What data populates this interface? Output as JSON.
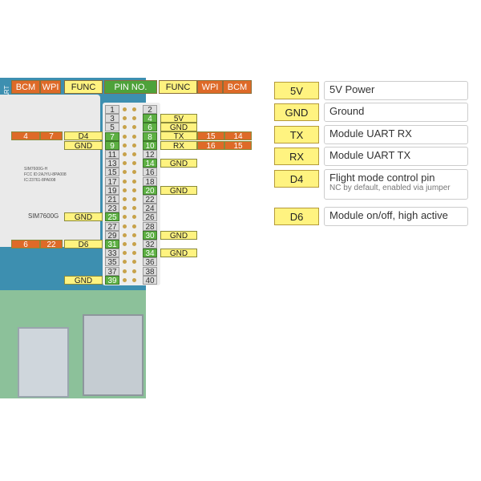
{
  "header": {
    "bcm": "BCM",
    "wpi": "WPI",
    "func_left": "FUNC",
    "pin_no": "PIN NO.",
    "func_right": "FUNC",
    "wpi_right": "WPI",
    "bcm_right": "BCM"
  },
  "board": {
    "side_text": "USB TO UART",
    "module_model": "SIM7600G",
    "module_lines": [
      "SIM7600G-H",
      "FCC ID:2AJYU-8PA008",
      "IC:23761-8PA008"
    ]
  },
  "pins": {
    "left": [
      "1",
      "3",
      "5",
      "7",
      "9",
      "11",
      "13",
      "15",
      "17",
      "19",
      "21",
      "23",
      "25",
      "27",
      "29",
      "31",
      "33",
      "35",
      "37",
      "39"
    ],
    "right": [
      "2",
      "4",
      "6",
      "8",
      "10",
      "12",
      "14",
      "16",
      "18",
      "20",
      "22",
      "24",
      "26",
      "28",
      "30",
      "32",
      "34",
      "36",
      "38",
      "40"
    ]
  },
  "left_labels": {
    "r7_bcm": "4",
    "r7_wpi": "7",
    "r7_func": "D4",
    "r9_func": "GND",
    "r25_func": "GND",
    "r31_bcm": "6",
    "r31_wpi": "22",
    "r31_func": "D6",
    "r39_func": "GND"
  },
  "right_labels": {
    "r4": "5V",
    "r6": "GND",
    "r8_func": "TX",
    "r8_wpi": "15",
    "r8_bcm": "14",
    "r10_func": "RX",
    "r10_wpi": "16",
    "r10_bcm": "15",
    "r14": "GND",
    "r20": "GND",
    "r30": "GND",
    "r34": "GND"
  },
  "legend": [
    {
      "key": "5V",
      "desc": "5V Power",
      "sub": ""
    },
    {
      "key": "GND",
      "desc": "Ground",
      "sub": ""
    },
    {
      "key": "TX",
      "desc": "Module UART RX",
      "sub": ""
    },
    {
      "key": "RX",
      "desc": "Module UART TX",
      "sub": ""
    },
    {
      "key": "D4",
      "desc": "Flight mode control pin",
      "sub": "NC by default, enabled via jumper"
    },
    {
      "key": "D6",
      "desc": "Module on/off, high active",
      "sub": ""
    }
  ],
  "colors": {
    "orange": "#de6a28",
    "yellow": "#fff380",
    "green": "#4ea23a",
    "board": "#3d8fb0"
  }
}
